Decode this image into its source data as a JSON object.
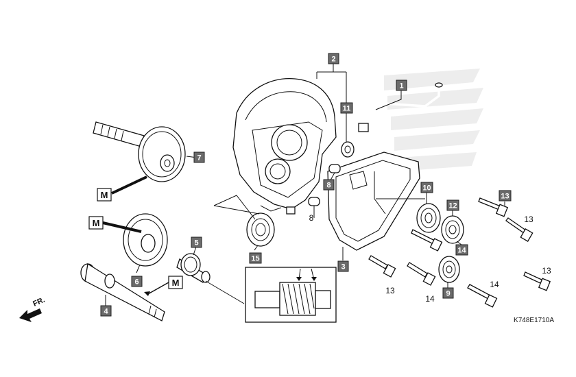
{
  "diagram_code": "K748E1710A",
  "direction_label": "FR.",
  "lube_marker": "M",
  "callouts": [
    {
      "id": "c1",
      "label": "1",
      "style": "box"
    },
    {
      "id": "c2",
      "label": "2",
      "style": "box"
    },
    {
      "id": "c3",
      "label": "3",
      "style": "box"
    },
    {
      "id": "c4",
      "label": "4",
      "style": "box"
    },
    {
      "id": "c5",
      "label": "5",
      "style": "box"
    },
    {
      "id": "c6",
      "label": "6",
      "style": "box"
    },
    {
      "id": "c7",
      "label": "7",
      "style": "box"
    },
    {
      "id": "c8a",
      "label": "8",
      "style": "box"
    },
    {
      "id": "c8b",
      "label": "8",
      "style": "plain"
    },
    {
      "id": "c9",
      "label": "9",
      "style": "box"
    },
    {
      "id": "c10",
      "label": "10",
      "style": "box"
    },
    {
      "id": "c11",
      "label": "11",
      "style": "box"
    },
    {
      "id": "c12",
      "label": "12",
      "style": "box"
    },
    {
      "id": "c13a",
      "label": "13",
      "style": "box"
    },
    {
      "id": "c13b",
      "label": "13",
      "style": "plain"
    },
    {
      "id": "c13c",
      "label": "13",
      "style": "plain"
    },
    {
      "id": "c13d",
      "label": "13",
      "style": "plain"
    },
    {
      "id": "c14a",
      "label": "14",
      "style": "box"
    },
    {
      "id": "c14b",
      "label": "14",
      "style": "plain"
    },
    {
      "id": "c14c",
      "label": "14",
      "style": "plain"
    },
    {
      "id": "c15",
      "label": "15",
      "style": "box"
    }
  ]
}
